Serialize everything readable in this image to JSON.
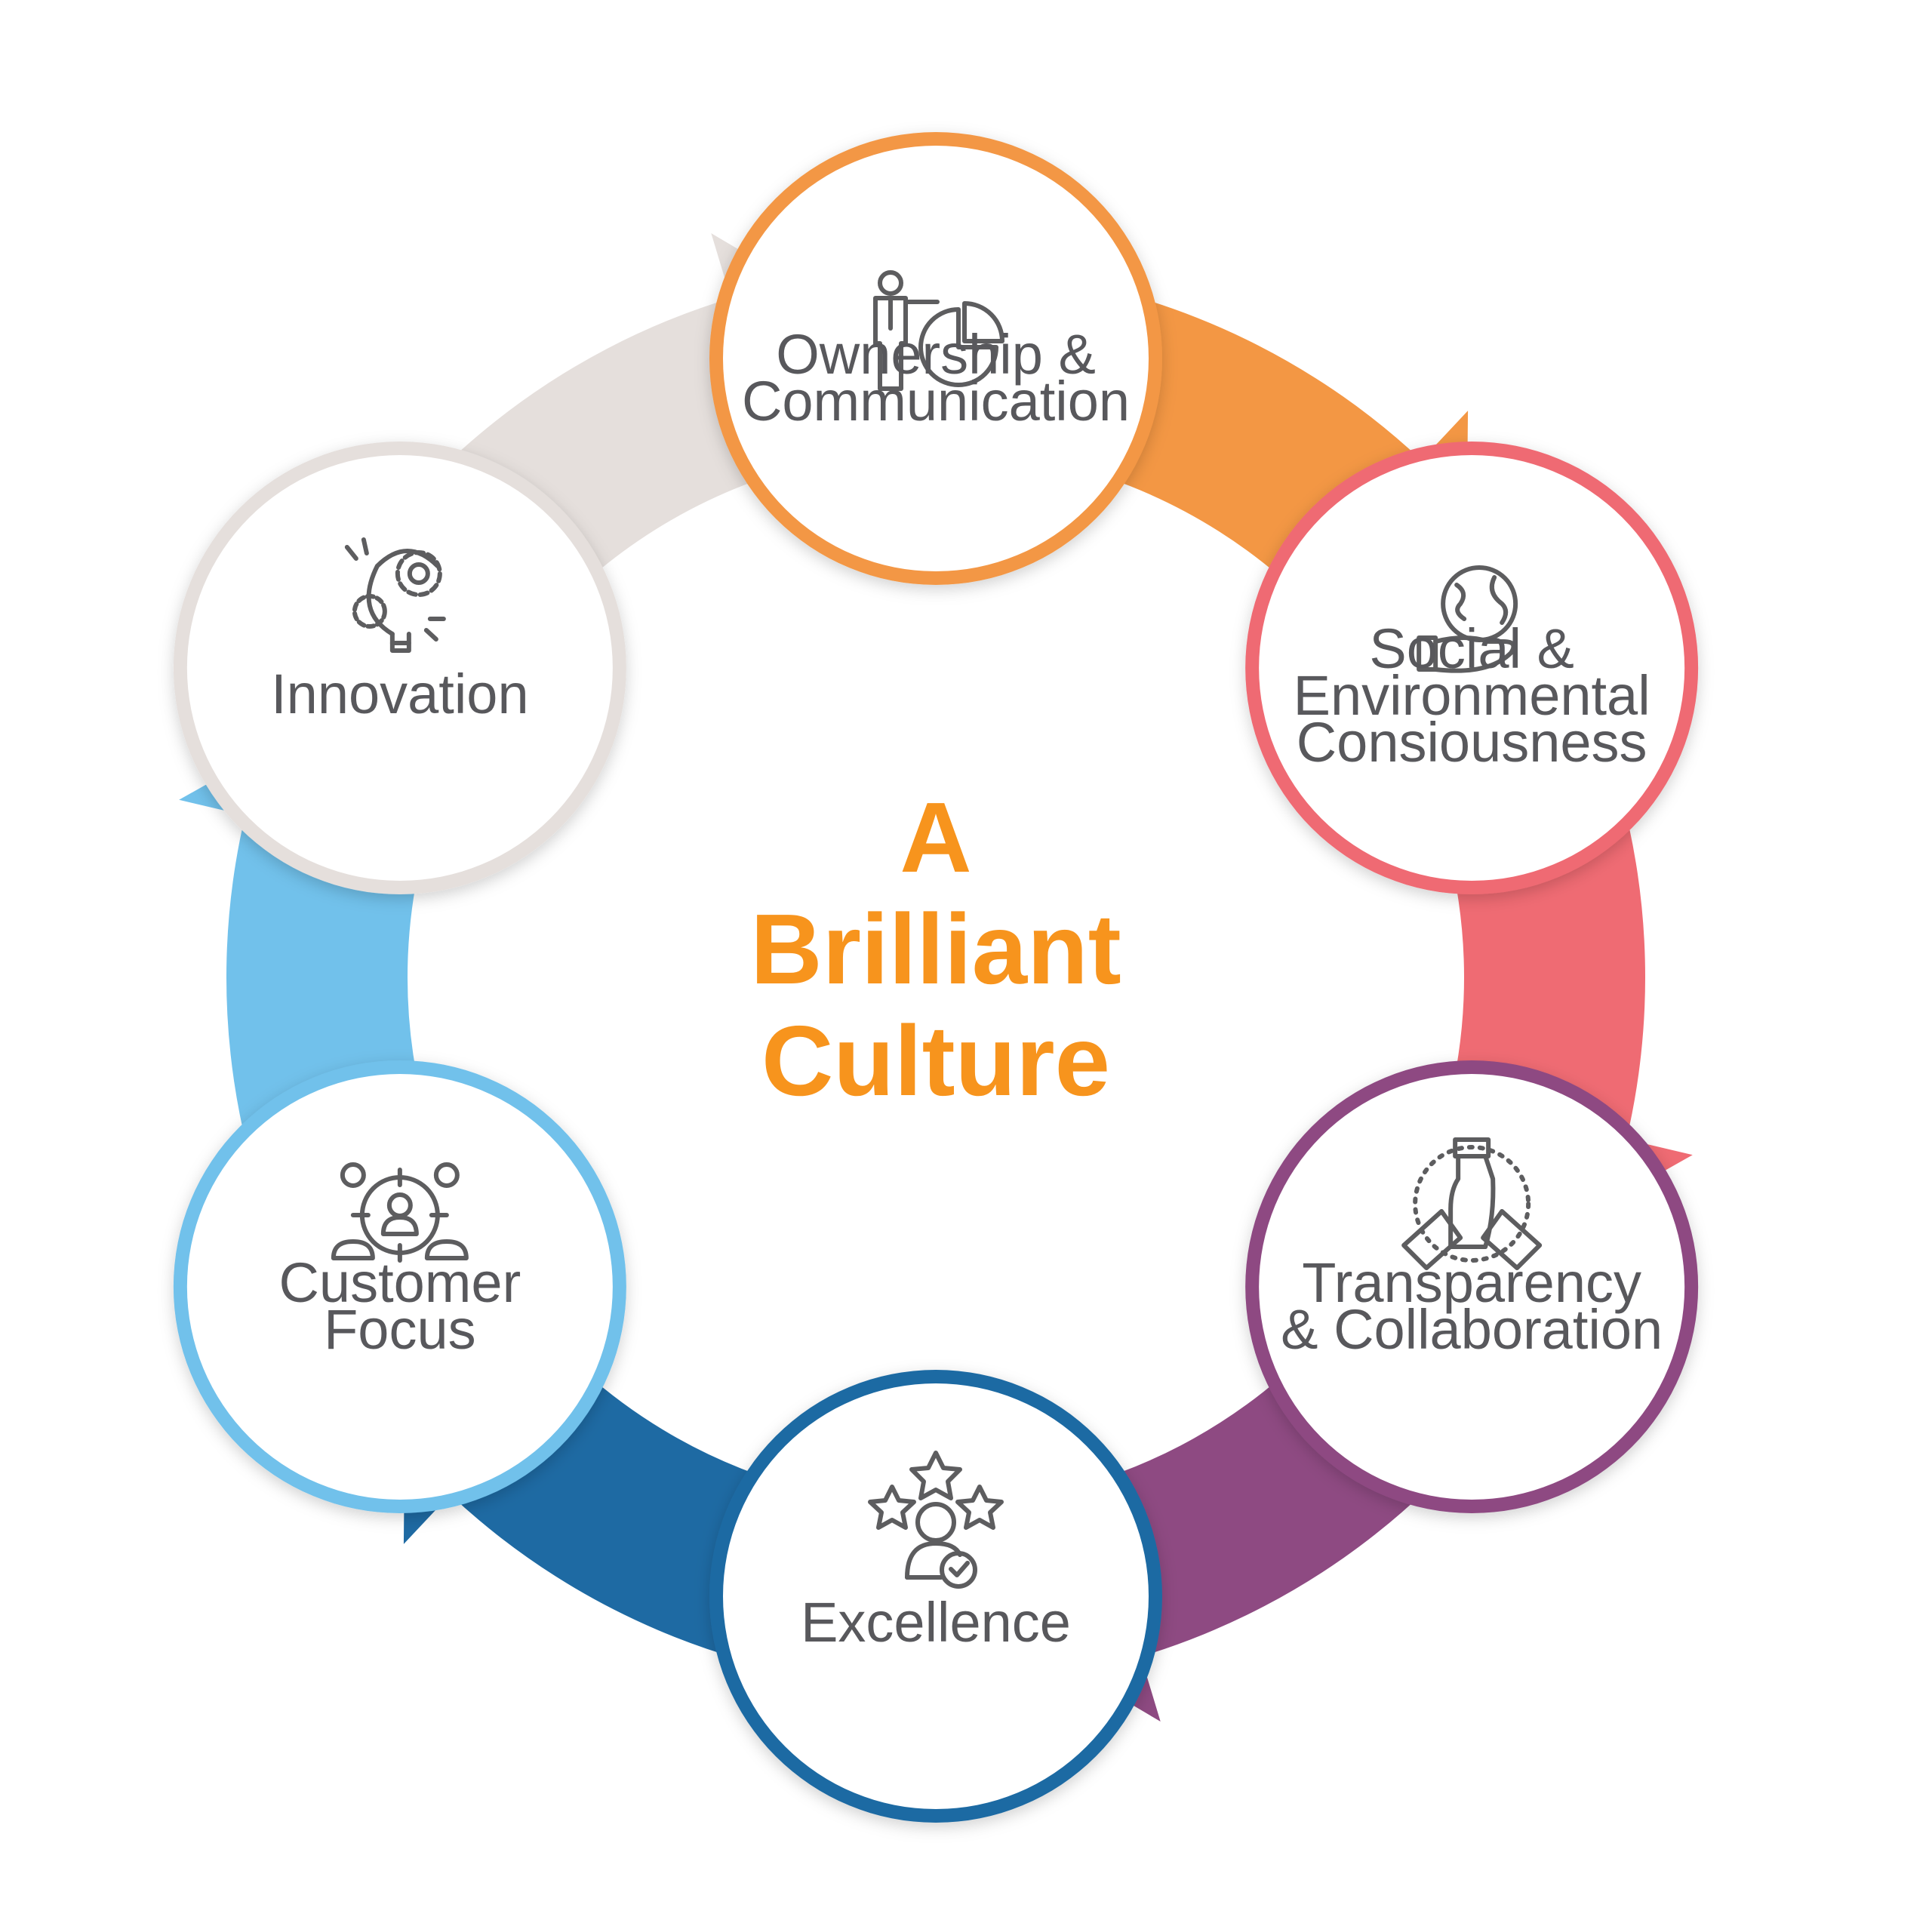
{
  "center": {
    "lines": [
      "A",
      "Brilliant",
      "Culture"
    ],
    "color": "#f7941d"
  },
  "nodes": [
    {
      "id": "ownership",
      "lines": [
        "Ownership &",
        "Communication"
      ],
      "icon": "presenter-pie-chart-icon",
      "color": "#f39744"
    },
    {
      "id": "social",
      "lines": [
        "Social &",
        "Environmental",
        "Consiousness"
      ],
      "icon": "hand-holding-globe-icon",
      "color": "#ef6b73"
    },
    {
      "id": "transparency",
      "lines": [
        "Transparency",
        "& Collaboration"
      ],
      "icon": "stacked-hands-icon",
      "color": "#8e4a82"
    },
    {
      "id": "excellence",
      "lines": [
        "Excellence"
      ],
      "icon": "person-stars-check-icon",
      "color": "#1e6aa3"
    },
    {
      "id": "customer",
      "lines": [
        "Customer",
        "Focus"
      ],
      "icon": "customer-target-icon",
      "color": "#71c1eb"
    },
    {
      "id": "innovation",
      "lines": [
        "Innovation"
      ],
      "icon": "lightbulb-gears-icon",
      "color": "#e5dfdc"
    }
  ]
}
